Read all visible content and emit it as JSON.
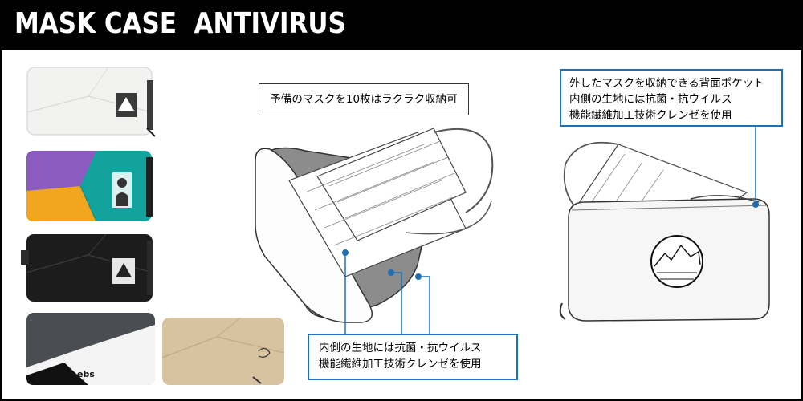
{
  "header": {
    "title": "MASK CASE  ANTIVIRUS"
  },
  "callouts": {
    "top": {
      "line1": "予備のマスクを10枚はラクラク収納可"
    },
    "right": {
      "line1": "外したマスクを収納できる背面ポケット",
      "line2": "内側の生地には抗菌・抗ウイルス",
      "line3": "機能繊維加工技術クレンゼを使用"
    },
    "bottom": {
      "line1": "内側の生地には抗菌・抗ウイルス",
      "line2": "機能繊維加工技術クレンゼを使用"
    }
  },
  "colors": {
    "header_bg": "#000000",
    "accent_blue": "#1f6fb3",
    "case_white": "#f2f2f0",
    "case_purple": "#8b5bbf",
    "case_yellow": "#f2a51e",
    "case_teal": "#12a39c",
    "case_black": "#1c1c1c",
    "case_grey": "#4a4d52",
    "case_beige": "#d8c3a0"
  }
}
